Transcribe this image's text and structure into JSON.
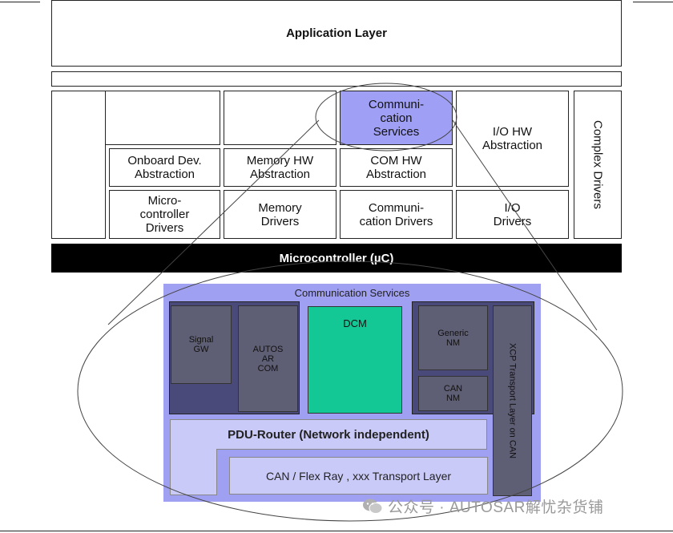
{
  "layers": {
    "application": "Application Layer",
    "microcontroller": "Microcontroller (µC)",
    "complex_drivers": "Complex Drivers"
  },
  "services": {
    "communication": "Communi-\ncation\nServices"
  },
  "abstraction": {
    "onboard": "Onboard Dev.\nAbstraction",
    "memory_hw": "Memory HW\nAbstraction",
    "com_hw": "COM HW\nAbstraction",
    "io_hw": "I/O HW\nAbstraction"
  },
  "drivers": {
    "microcontroller": "Micro-\ncontroller\nDrivers",
    "memory": "Memory\nDrivers",
    "communication": "Communi-\ncation Drivers",
    "io": "I/O\nDrivers"
  },
  "detail": {
    "title": "Communication Services",
    "signal_gw": "Signal\nGW",
    "autosar_com": "AUTOS\nAR\nCOM",
    "dcm": "DCM",
    "generic_nm": "Generic\nNM",
    "can_nm": "CAN\nNM",
    "xcp": "XCP Transport Layer on CAN",
    "pdu_router": "PDU-Router (Network independent)",
    "transport": "CAN / Flex Ray , xxx  Transport Layer"
  },
  "watermark": "公众号 · AUTOSAR解忧杂货铺",
  "colors": {
    "cs_highlight": "#9f9ff5",
    "cs_frame": "#a0a0f2",
    "dark_box": "#5e5e74",
    "dark_bottom": "#4a4a7a",
    "dcm": "#14c896",
    "pdu": "#cacaf8"
  }
}
